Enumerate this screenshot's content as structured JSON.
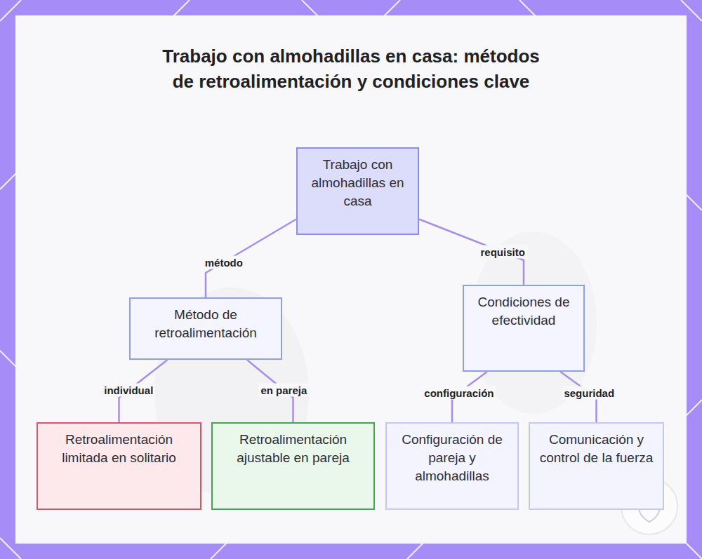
{
  "diagram": {
    "title": "Trabajo con almohadillas en casa: métodos de retroalimentación y condiciones clave",
    "nodes": [
      {
        "text": [
          "Trabajo con almohadillas en casa"
        ]
      },
      {
        "text": [
          "Método de retroalimentación"
        ]
      },
      {
        "text": [
          "Condiciones de efectividad"
        ]
      },
      {
        "text": [
          "Retroalimentación limitada en solitario"
        ]
      },
      {
        "text": [
          "Retroalimentación ajustable en pareja"
        ]
      },
      {
        "text": [
          "Configuración de pareja y almohadillas"
        ]
      },
      {
        "text": [
          "Comunicación y control de la fuerza"
        ]
      }
    ],
    "edges": [
      {
        "from": 0,
        "to": 1,
        "label": "método",
        "arrow": "none"
      },
      {
        "from": 0,
        "to": 2,
        "label": "requisito",
        "arrow": "none"
      },
      {
        "from": 1,
        "to": 3,
        "label": "individual",
        "arrow": "none"
      },
      {
        "from": 1,
        "to": 4,
        "label": "en pareja",
        "arrow": "none"
      },
      {
        "from": 2,
        "to": 5,
        "label": "configuración",
        "arrow": "none"
      },
      {
        "from": 2,
        "to": 6,
        "label": "seguridad",
        "arrow": "none"
      }
    ]
  }
}
